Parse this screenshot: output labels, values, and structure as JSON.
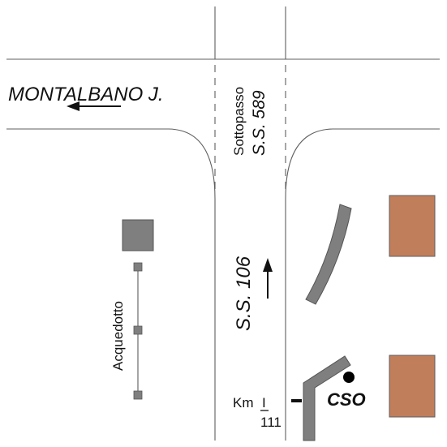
{
  "map": {
    "labels": {
      "west_destination": "MONTALBANO J.",
      "underpass": "Sottopasso",
      "underpass_road": "S.S. 589",
      "main_road": "S.S. 106",
      "aqueduct": "Acquedotto",
      "km_prefix": "Km",
      "km_integer": "I",
      "km_decimal": "111",
      "cso": "CSO"
    },
    "colors": {
      "background": "#ffffff",
      "road_outline": "#5f5f5f",
      "gray_feature": "#7f7f7f",
      "building": "#c17e5a",
      "text": "#111111",
      "marker": "#000000"
    },
    "icons": {
      "west_arrow": "arrow-left-icon",
      "north_arrow": "arrow-up-icon",
      "cso_point": "dot-marker-icon"
    }
  }
}
